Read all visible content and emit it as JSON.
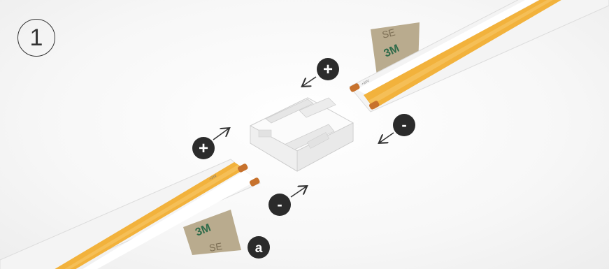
{
  "step": {
    "number": "1"
  },
  "badges": {
    "plus_top": "+",
    "plus_left": "+",
    "minus_right": "-",
    "minus_bottom": "-",
    "label_a": "a"
  },
  "strips": {
    "voltage_label": "+24V"
  },
  "colors": {
    "led_strip_yellow": "#f2b23c",
    "copper_pad": "#c7722d",
    "adhesive_liner": "#b8a88a",
    "badge_fill": "#2b2b2b"
  }
}
